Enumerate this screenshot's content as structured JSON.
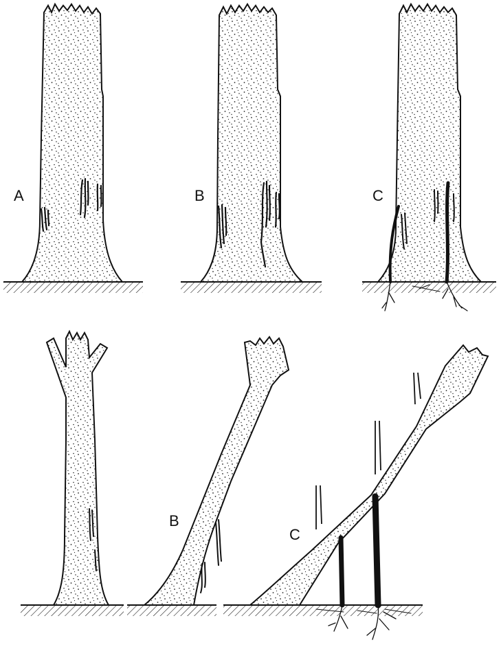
{
  "labels": {
    "top_a": "A",
    "top_b": "B",
    "top_c": "C",
    "bottom_b": "B",
    "bottom_c": "C"
  },
  "colors": {
    "ink": "#111111",
    "stipple": "#222222",
    "paper": "#ffffff"
  }
}
